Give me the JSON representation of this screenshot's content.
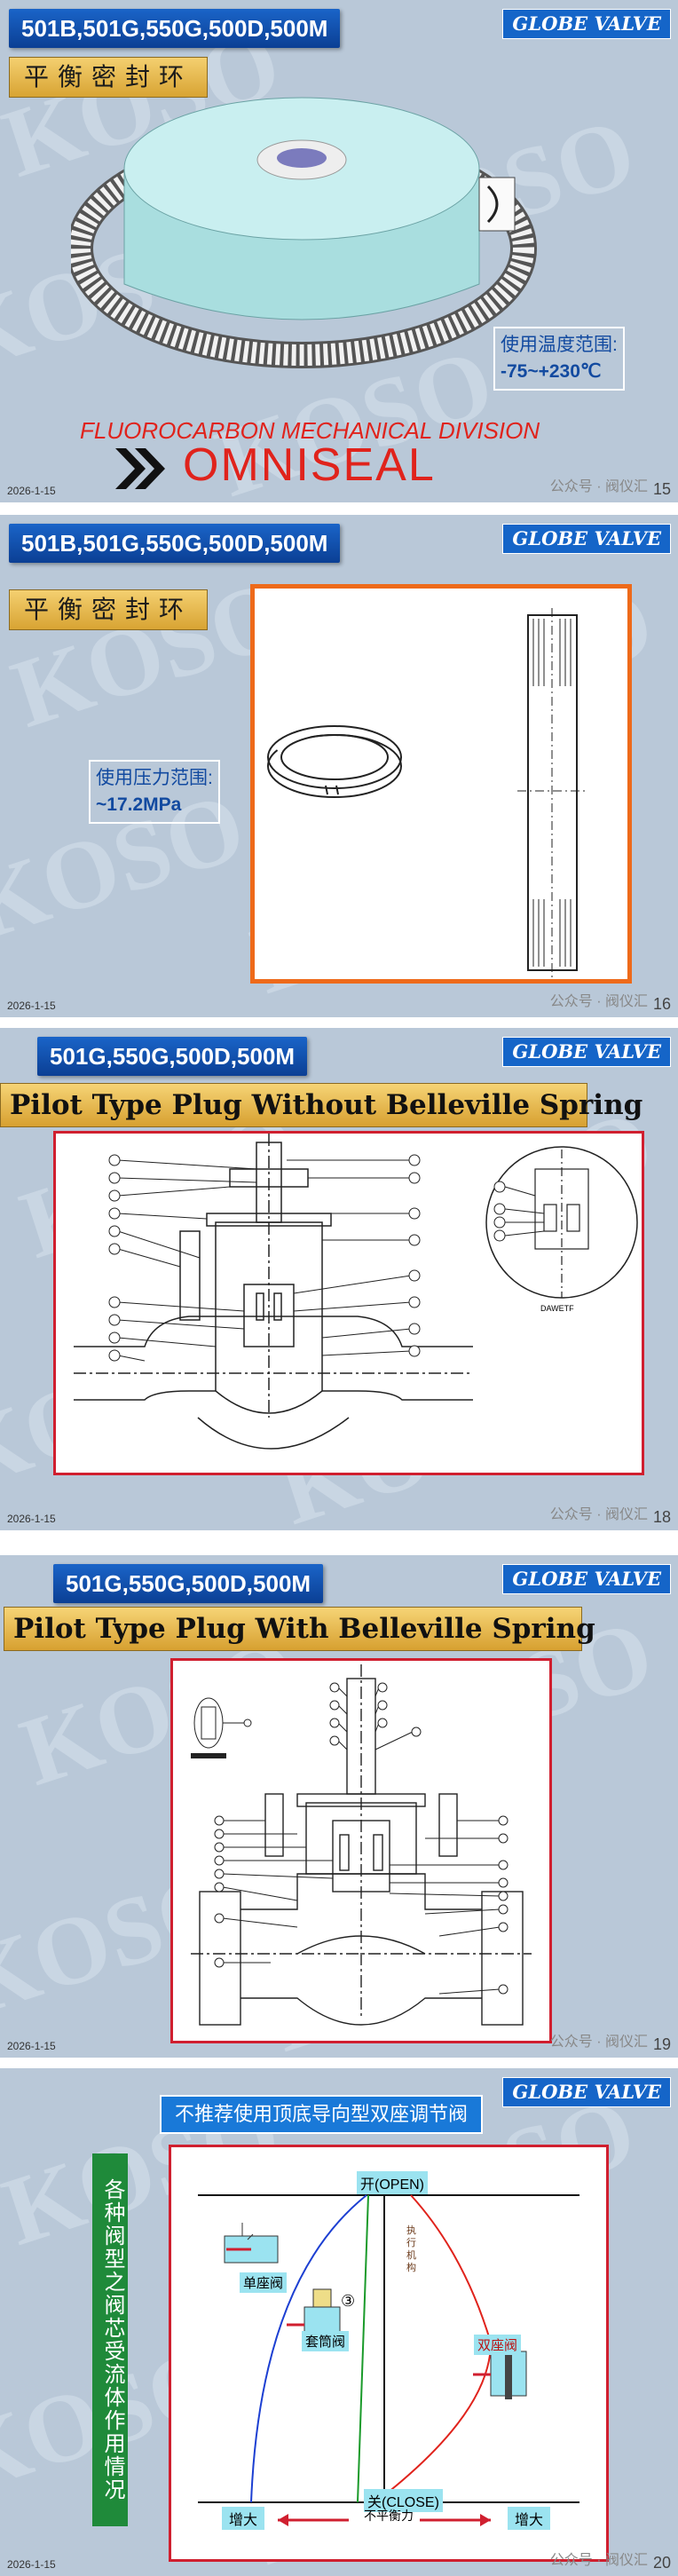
{
  "watermark": "KOSO",
  "brand": "GLOBE VALVE",
  "date": "2026-1-15",
  "wechat": "公众号 · 阀仪汇",
  "slides": [
    {
      "title": "501B,501G,550G,500D,500M",
      "banner": "平衡密封环",
      "temp_label": "使用温度范围:",
      "temp_value": "-75~+230℃",
      "division": "FLUOROCARBON MECHANICAL DIVISION",
      "logo_text": "OMNISEAL",
      "page": "15"
    },
    {
      "title": "501B,501G,550G,500D,500M",
      "banner": "平衡密封环",
      "pressure_label": "使用压力范围:",
      "pressure_value": "~17.2MPa",
      "page": "16"
    },
    {
      "title": "501G,550G,500D,500M",
      "banner": "Pilot Type Plug Without Belleville Spring",
      "detail_label": "DAWETF",
      "page": "18"
    },
    {
      "title": "501G,550G,500D,500M",
      "banner": "Pilot Type Plug With Belleville Spring",
      "page": "19"
    },
    {
      "banner": "不推荐使用顶底导向型双座调节阀",
      "side_text": "各种阀型之阀芯受流体作用情况",
      "open_label": "开(OPEN)",
      "close_label": "关(CLOSE)",
      "unbalanced_label": "不平衡力",
      "single_seat": "单座阀",
      "cage_valve": "套筒阀",
      "double_seat": "双座阀",
      "circled_3": "③",
      "vertical_note": "执 行 机 构",
      "increase_left": "增大",
      "increase_right": "增大",
      "page": "20"
    }
  ]
}
